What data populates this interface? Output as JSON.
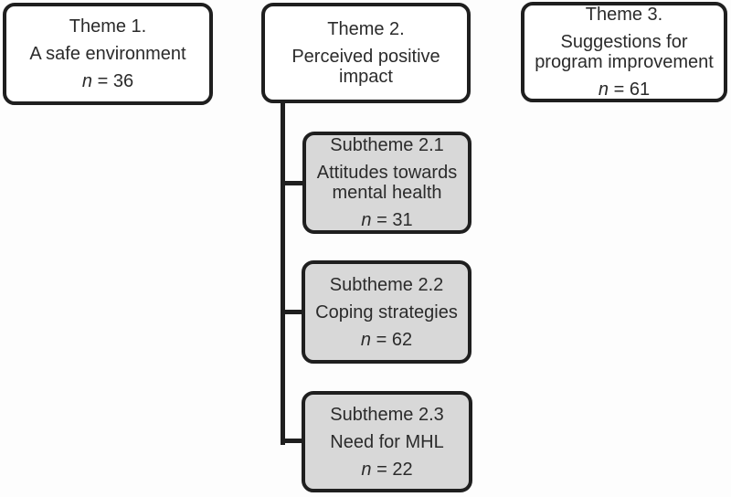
{
  "diagram": {
    "description": "Thematic map of themes and subthemes",
    "colors": {
      "border": "#1f1f1f",
      "theme_fill": "#ffffff",
      "subtheme_fill": "#d8d8d8",
      "text": "#2b2b2b",
      "background": "#fdfdfd"
    },
    "themes": [
      {
        "title": "Theme 1.",
        "body": "A safe environment",
        "n_label": "n",
        "n_eq": " = 36"
      },
      {
        "title": "Theme 2.",
        "body": "Perceived positive impact"
      },
      {
        "title": "Theme 3.",
        "body": "Suggestions for program improvement",
        "n_label": "n",
        "n_eq": " = 61"
      }
    ],
    "subthemes": [
      {
        "title": "Subtheme 2.1",
        "body": "Attitudes towards mental health",
        "n_label": "n",
        "n_eq": " = 31"
      },
      {
        "title": "Subtheme 2.2",
        "body": "Coping strategies",
        "n_label": "n",
        "n_eq": " = 62"
      },
      {
        "title": "Subtheme 2.3",
        "body": "Need for MHL",
        "n_label": "n",
        "n_eq": " = 22"
      }
    ]
  }
}
